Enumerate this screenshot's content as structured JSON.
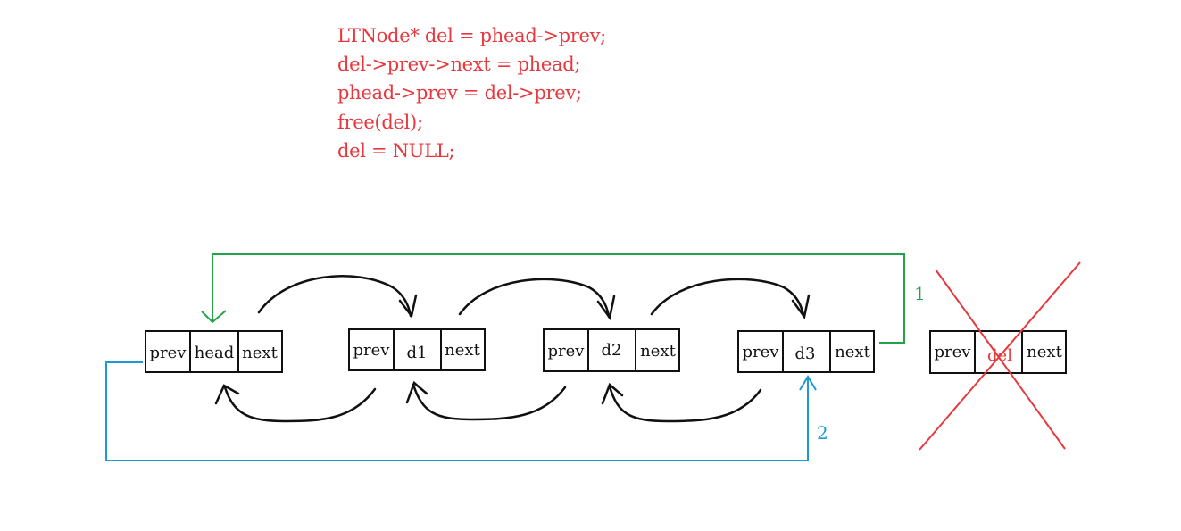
{
  "code_lines": [
    "LTNode* del = phead->prev;",
    "del->prev->next = phead;",
    "phead->prev = del->prev;",
    "free(del);",
    "del = NULL;"
  ],
  "nodes": [
    {
      "id": "head",
      "cells": [
        "prev",
        "head",
        "next"
      ]
    },
    {
      "id": "d1",
      "cells": [
        "prev",
        "d1",
        "next"
      ]
    },
    {
      "id": "d2",
      "cells": [
        "prev",
        "d2",
        "next"
      ]
    },
    {
      "id": "d3",
      "cells": [
        "prev",
        "d3",
        "next"
      ]
    },
    {
      "id": "del",
      "cells": [
        "prev",
        "del",
        "next"
      ],
      "deleted": true
    }
  ],
  "step_labels": [
    {
      "text": "1",
      "color": "#22a34a"
    },
    {
      "text": "2",
      "color": "#1b9ad6"
    }
  ],
  "colors": {
    "code": "#e8383d",
    "arrow_1": "#22a34a",
    "arrow_2": "#1b9ad6",
    "cross": "#e8383d",
    "node_border": "#111111",
    "curve_arrows": "#111111"
  }
}
